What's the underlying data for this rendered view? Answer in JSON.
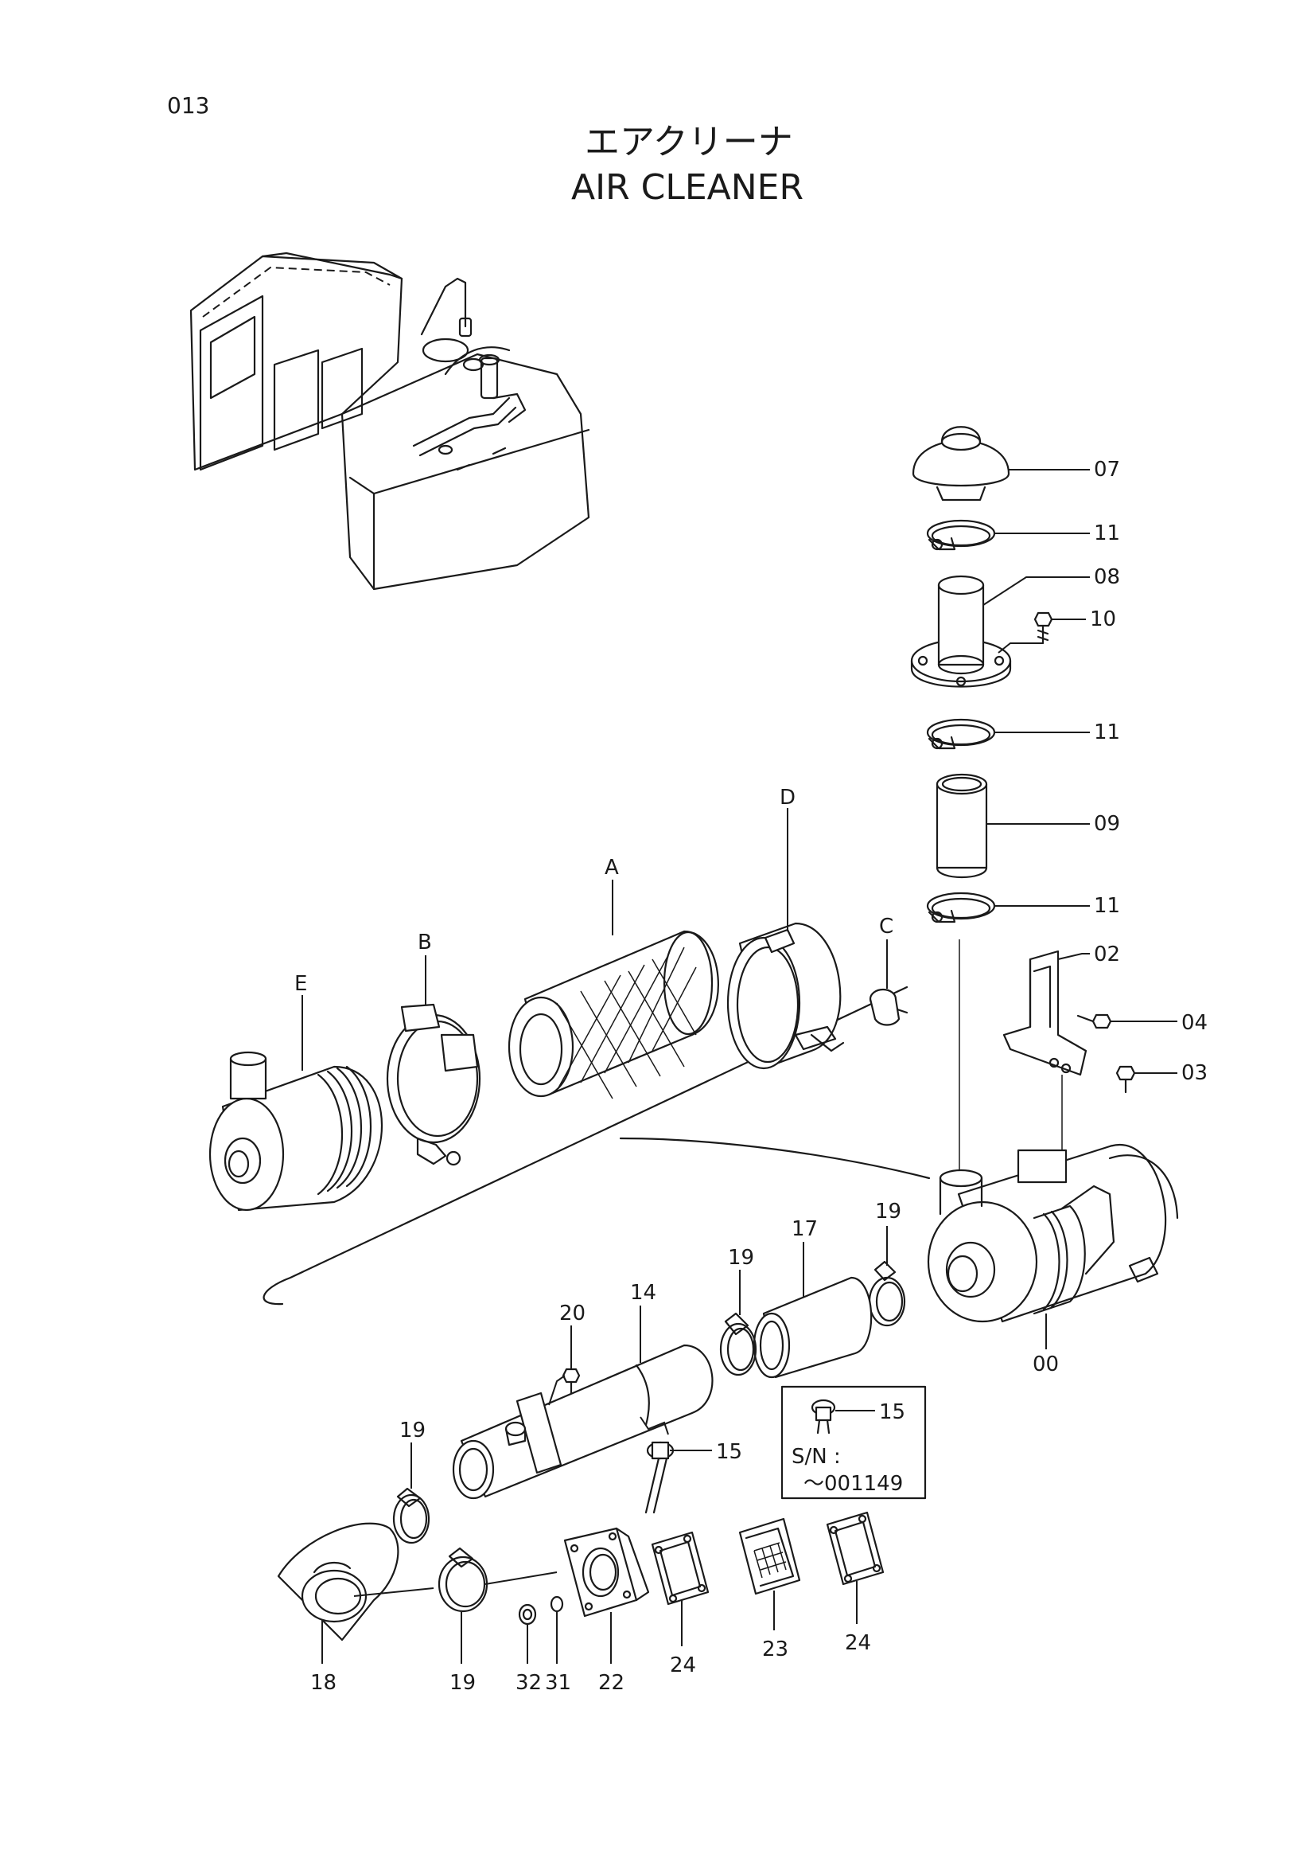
{
  "page": {
    "number": "013",
    "title_jp": "エアクリーナ",
    "title_en": "AIR CLEANER"
  },
  "callouts": {
    "c07": "07",
    "c11a": "11",
    "c08": "08",
    "c10": "10",
    "c11b": "11",
    "c09": "09",
    "c11c": "11",
    "c02": "02",
    "c04": "04",
    "c03": "03",
    "c00": "00",
    "cA": "A",
    "cB": "B",
    "cC": "C",
    "cD": "D",
    "cE": "E",
    "c19a": "19",
    "c17": "17",
    "c19b": "19",
    "c14": "14",
    "c20": "20",
    "c15a": "15",
    "c19c": "19",
    "c18": "18",
    "c19d": "19",
    "c32": "32",
    "c31": "31",
    "c22": "22",
    "c24a": "24",
    "c23": "23",
    "c24b": "24"
  },
  "inset": {
    "part": "15",
    "sn_label": "S/N :",
    "sn_range": "～001149"
  }
}
